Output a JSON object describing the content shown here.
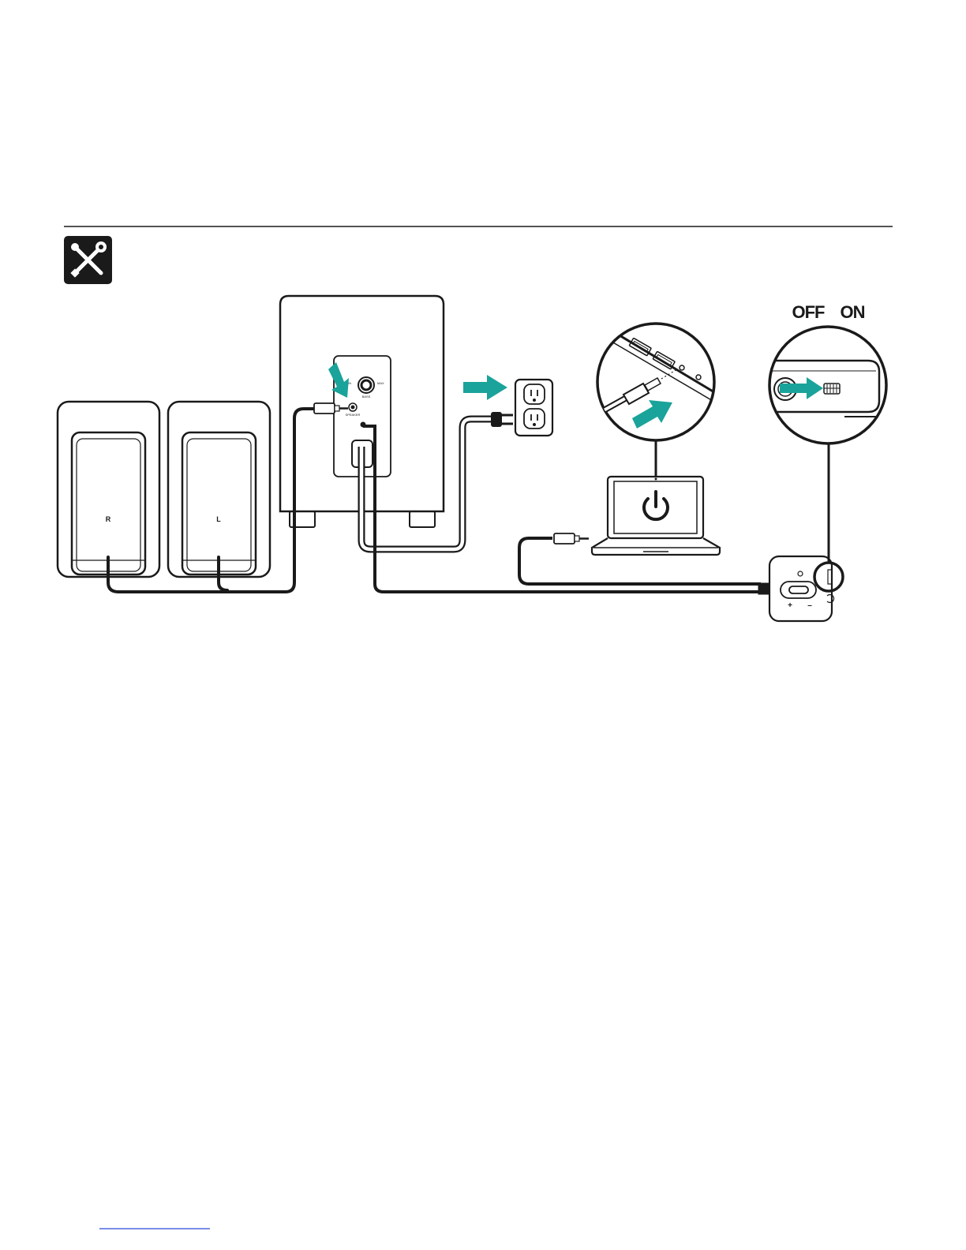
{
  "colors": {
    "ink": "#1a1a1a",
    "accent_arrow": "#1aa39a",
    "background": "#ffffff",
    "link_underline": "#2a4bd7"
  },
  "header": {
    "icon": "tools-icon"
  },
  "speakers": {
    "right_label": "R",
    "left_label": "L"
  },
  "subwoofer": {
    "panel_labels": [
      "MIN",
      "BASS",
      "MAX",
      "SPEAKER"
    ]
  },
  "switch_callout": {
    "off_label": "OFF",
    "on_label": "ON"
  },
  "control_pod": {
    "plus_label": "+",
    "minus_label": "–"
  },
  "icons": [
    "tools-icon",
    "power-icon",
    "arrow-right-icon"
  ]
}
